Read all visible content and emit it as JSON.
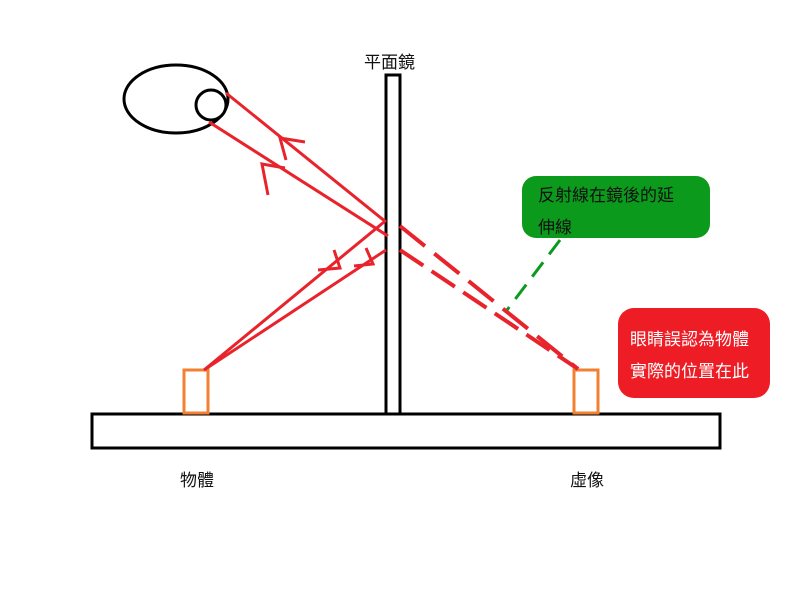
{
  "labels": {
    "mirror": "平面鏡",
    "object": "物體",
    "image": "虛像"
  },
  "callouts": {
    "extension": {
      "line1": "反射線在鏡後的延",
      "line2": "伸線"
    },
    "misperception": {
      "line1": "眼睛誤認為物體",
      "line2": "實際的位置在此"
    }
  },
  "colors": {
    "ray": "#e8232b",
    "object_box": "#f28030",
    "callout_green": "#0b9a1c",
    "callout_red": "#ee1c24",
    "outline": "#000000"
  }
}
